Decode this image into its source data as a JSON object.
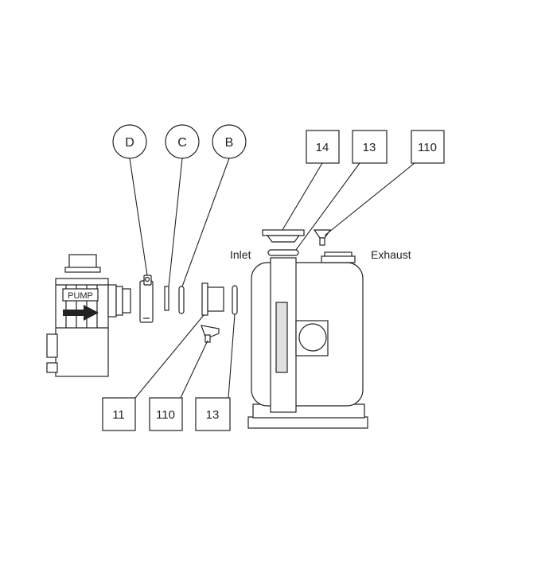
{
  "callouts": {
    "circle_d": "D",
    "circle_c": "C",
    "circle_b": "B",
    "box_top_14": "14",
    "box_top_13": "13",
    "box_top_110": "110",
    "box_bottom_11": "11",
    "box_bottom_110": "110",
    "box_bottom_13": "13"
  },
  "labels": {
    "inlet": "Inlet",
    "exhaust": "Exhaust",
    "pump_tag": "PUMP"
  },
  "colors": {
    "line": "#222222",
    "background": "#ffffff",
    "shade": "#e0e0e0"
  }
}
